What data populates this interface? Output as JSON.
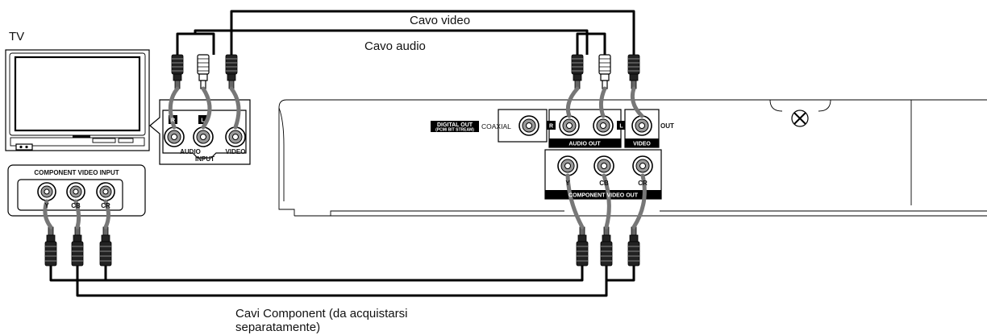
{
  "labels": {
    "tv": "TV",
    "video_cable": "Cavo video",
    "audio_cable": "Cavo audio",
    "component_cables_line1": "Cavi Component (da acquistarsi",
    "component_cables_line2": "separatamente)"
  },
  "tv_panel": {
    "component_title": "COMPONENT VIDEO INPUT",
    "component_jacks": [
      "Y",
      "CB",
      "CR"
    ],
    "audio_label": "AUDIO",
    "video_label": "VIDEO",
    "input_label": "INPUT",
    "right_chip": "R",
    "left_chip": "L"
  },
  "player_panel": {
    "digital_out": "DIGITAL OUT",
    "digital_out_sub": "(PCM/ BIT STREAM)",
    "coaxial": "COAXIAL",
    "audio_out": "AUDIO OUT",
    "video": "VIDEO",
    "out": "OUT",
    "component_jacks": [
      "Y",
      "CB",
      "CR"
    ],
    "component_video_out": "COMPONENT VIDEO OUT",
    "right_chip": "R",
    "left_chip": "L"
  }
}
